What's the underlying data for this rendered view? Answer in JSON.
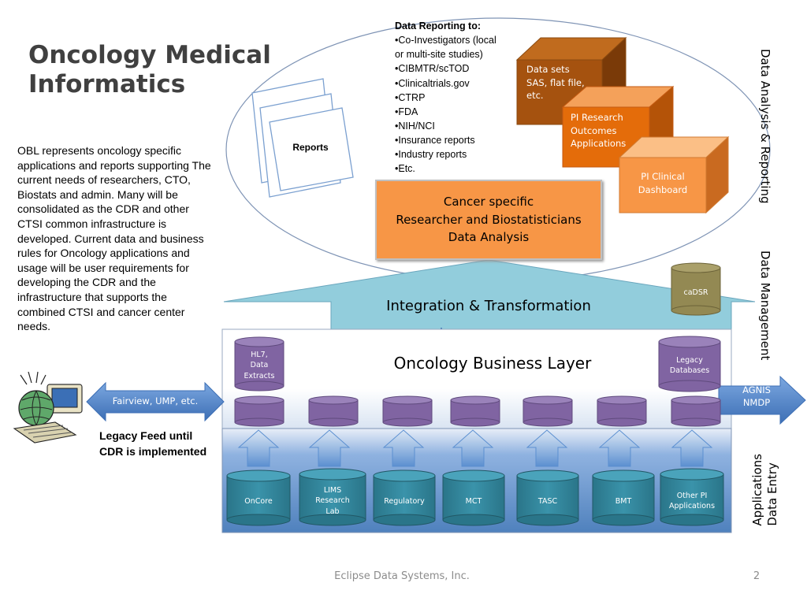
{
  "slide": {
    "title": "Oncology Medical Informatics",
    "description": "OBL represents oncology specific applications and reports supporting The current needs of researchers, CTO, Biostats and admin. Many will be consolidated as the CDR and other CTSI common infrastructure is developed. Current data and business rules for Oncology applications and usage will be user requirements for developing the CDR and the infrastructure that supports the combined  CTSI and cancer center needs.",
    "legacy_note": [
      "Legacy Feed until",
      "CDR is implemented"
    ],
    "footer_company": "Eclipse Data Systems, Inc.",
    "page_number": "2"
  },
  "layer_labels": {
    "analysis": "Data Analysis & Reporting",
    "management": "Data Management",
    "entry": [
      "Data Entry",
      "Applications"
    ]
  },
  "reporting": {
    "heading": "Data Reporting to:",
    "items": [
      "•Co-Investigators (local",
      "or multi-site studies)",
      "•CIBMTR/scTOD",
      "•Clinicaltrials.gov",
      "•CTRP",
      "•FDA",
      "•NIH/NCI",
      "•Insurance reports",
      "•Industry reports",
      "•Etc."
    ],
    "reports_label": "Reports",
    "boxes": [
      {
        "lines": [
          "Data sets",
          "SAS, flat file,",
          "etc."
        ]
      },
      {
        "lines": [
          "PI  Research",
          "Outcomes",
          "Applications"
        ]
      },
      {
        "lines": [
          "PI Clinical",
          "Dashboard"
        ]
      }
    ],
    "cancer_box": [
      "Cancer specific",
      "Researcher and Biostatisticians",
      "Data Analysis"
    ]
  },
  "management": {
    "integration_label": "Integration & Transformation",
    "obl_label": "Oncology Business Layer",
    "cadsr": "caDSR",
    "hl7": [
      "HL7,",
      "Data",
      "Extracts"
    ],
    "legacy_db": [
      "Legacy",
      "Databases"
    ],
    "left_arrow": "Fairview, UMP, etc.",
    "right_arrow": [
      "AGNIS",
      "NMDP"
    ]
  },
  "entry": {
    "apps": [
      {
        "lines": [
          "OnCore"
        ]
      },
      {
        "lines": [
          "LIMS",
          "Research",
          "Lab"
        ]
      },
      {
        "lines": [
          "Regulatory"
        ]
      },
      {
        "lines": [
          "MCT"
        ]
      },
      {
        "lines": [
          "TASC"
        ]
      },
      {
        "lines": [
          "BMT"
        ]
      },
      {
        "lines": [
          "Other PI",
          "Applications"
        ]
      }
    ]
  },
  "colors": {
    "orange": "#f79646",
    "dark_orange": "#e46c0a",
    "brown": "#a5520f",
    "purple": "#8064a2",
    "teal": "#31849b",
    "olive": "#938953",
    "light_blue": "#92cddc",
    "blue_arrow": "#4f81bd"
  }
}
